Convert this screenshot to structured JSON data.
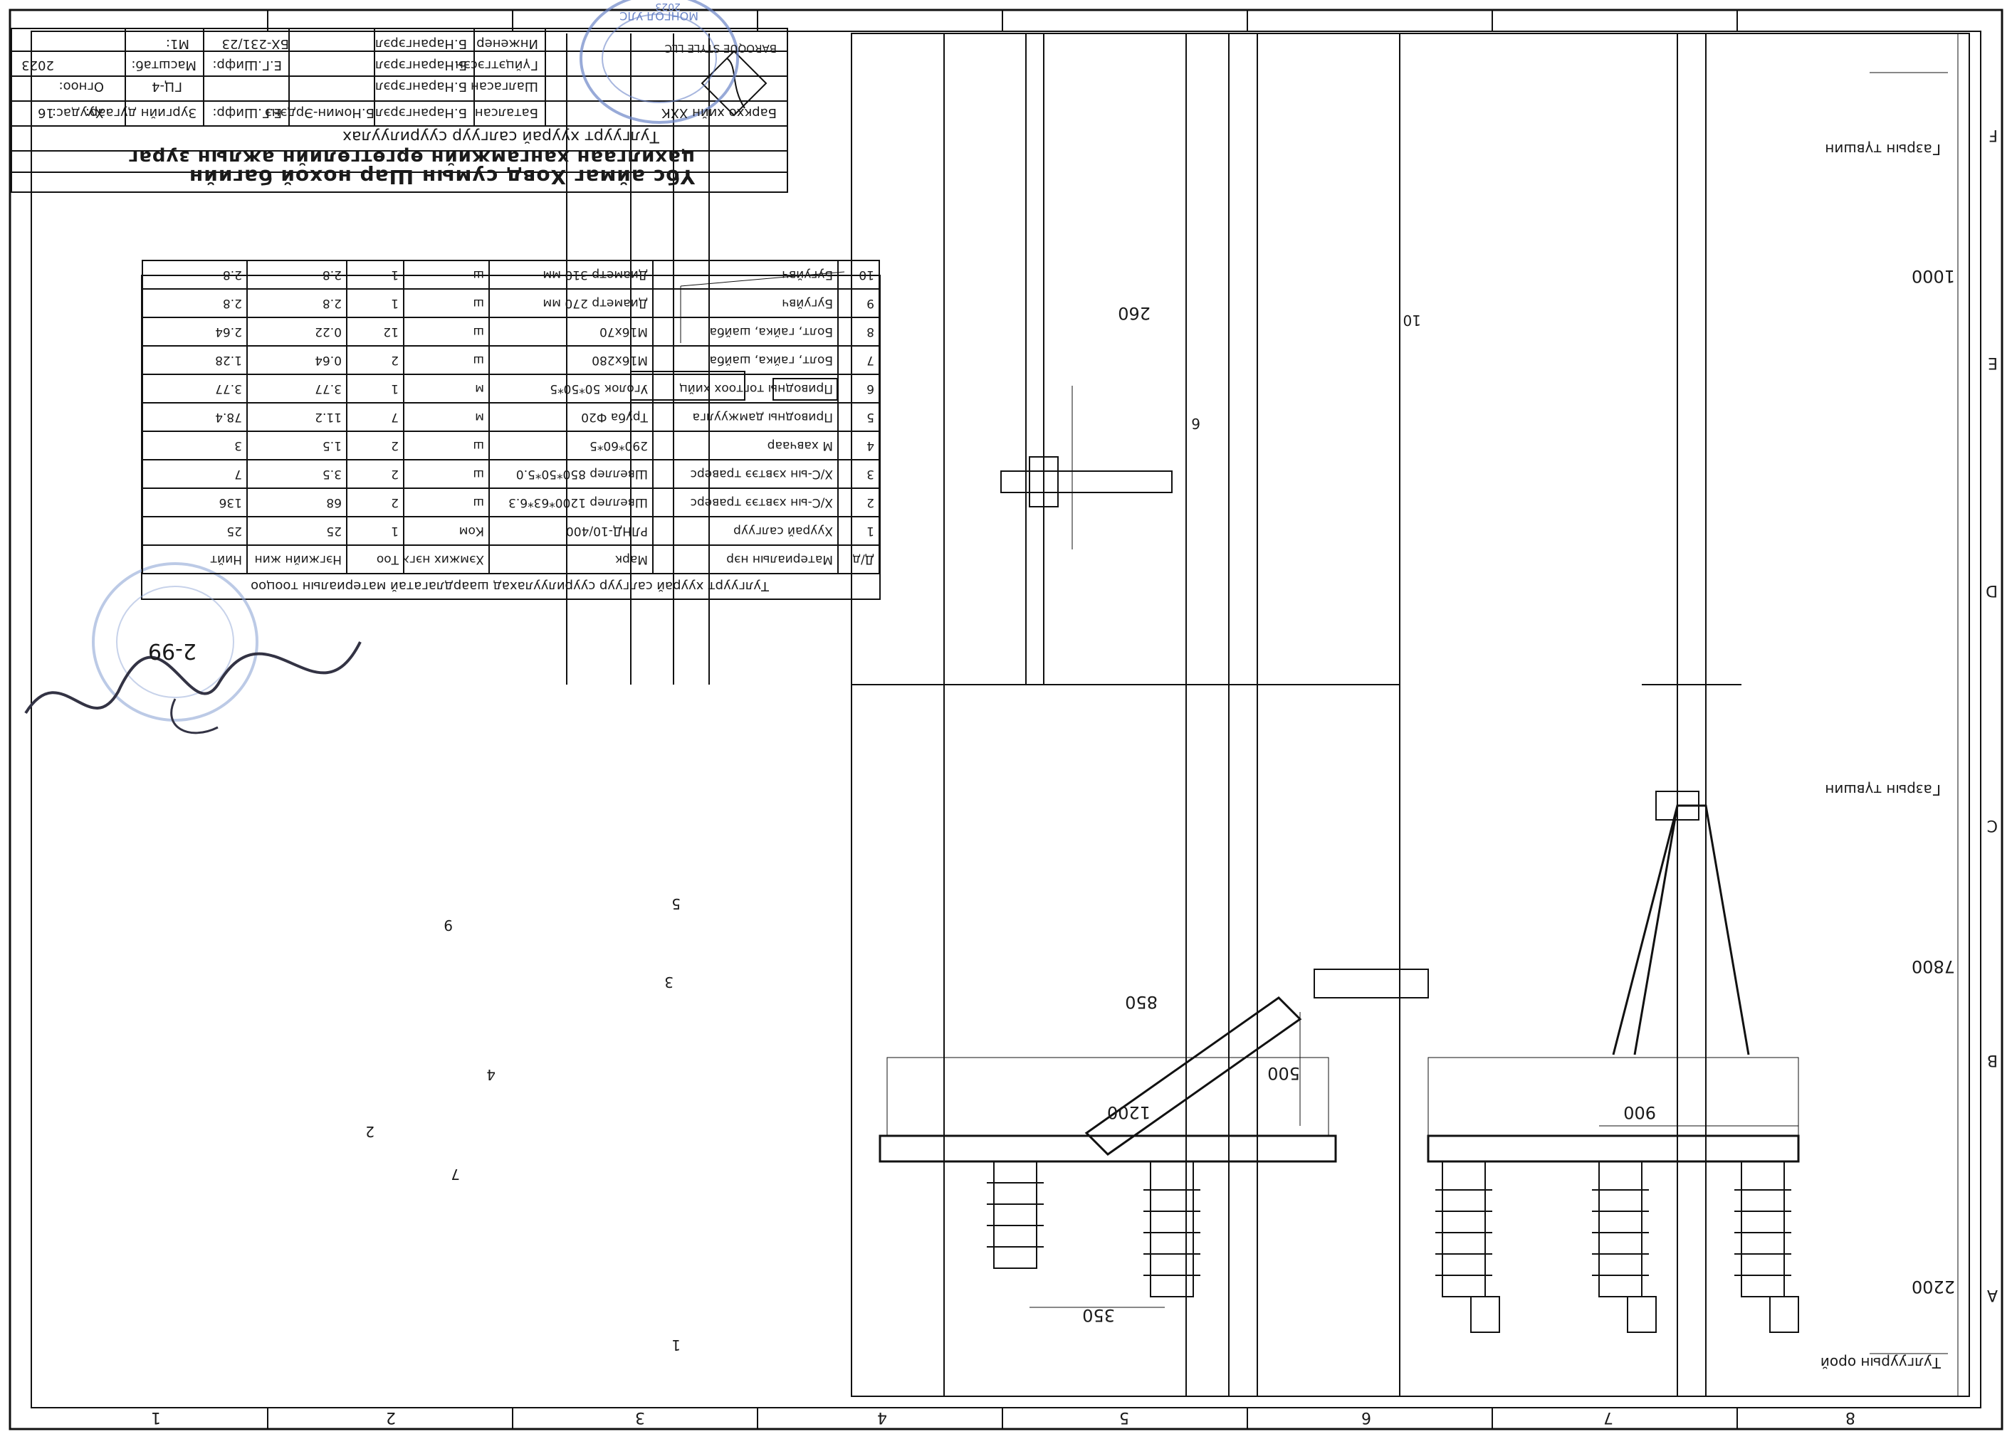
{
  "frame": {
    "columns": [
      "1",
      "2",
      "3",
      "4",
      "5",
      "6",
      "7",
      "8"
    ],
    "rows": [
      "A",
      "B",
      "C",
      "D",
      "E",
      "F"
    ]
  },
  "title_block": {
    "company": "BAROQUE STYLE LLC",
    "title_line1": "Үбс аймаг Ховд сумын Шар нохой багийн",
    "title_line2": "цахилгаан хангамжийн өргөтгөлийн ажлын зураг",
    "sheet_title": "Тулгуурт хуурай салгуур суурилуулах",
    "rows": [
      {
        "role": "Баталсан",
        "name": "Б.Нарангэрэл",
        "sign": "Б.Номин-Эрдэнэ"
      },
      {
        "role": "Шалгасан",
        "name": "Б.Нарангэрэл",
        "sign": ""
      },
      {
        "role": "Гүйцэтгэсэн",
        "name": "Б.Нарангэрэл",
        "sign": ""
      },
      {
        "role": "Инженер",
        "name": "Б.Нарангэрэл",
        "sign": ""
      }
    ],
    "checker_label": "Баркхо хийн ХХК",
    "engineer_a": "Е.Г.Шифр:",
    "engineer_b": "Е.Г.Шифр:",
    "code": "БХ-231/23",
    "stage_label": "Зургийн дугаар:",
    "stage_value": "ГЦ-4",
    "scale_label": "Масштаб:",
    "scale_value": "М1:",
    "sheet_label": "Хуудас:",
    "sheet_value": "16",
    "year_label": "Огноо:",
    "year_value": "2023"
  },
  "bom": {
    "title": "Тулгуурт хуурай салгуур суурилуулахад шаардлагатай материалын тооцоо",
    "headers": [
      "Д/д",
      "Материалын нэр",
      "Марк",
      "Хэмжих нэгж",
      "Тоо",
      "Нэгжийн жин",
      "Нийт"
    ],
    "rows": [
      [
        "1",
        "Хуурай салгуур",
        "РЛНД-10/400",
        "Ком",
        "1",
        "25",
        "25"
      ],
      [
        "2",
        "Х/С-ын хэвтээ траверс",
        "Швеллер 1200*63*6.3",
        "ш",
        "2",
        "68",
        "136"
      ],
      [
        "3",
        "Х/С-ын хэвтээ траверс",
        "Швеллер 850*50*5.0",
        "ш",
        "2",
        "3.5",
        "7"
      ],
      [
        "4",
        "М хавчаар",
        "290*60*5",
        "ш",
        "2",
        "1.5",
        "3"
      ],
      [
        "5",
        "Приводны дамжуулга",
        "Труба Ф20",
        "м",
        "7",
        "11.2",
        "78.4"
      ],
      [
        "6",
        "Приводны тогтоох хийц",
        "Уголок 50*50*5",
        "м",
        "1",
        "3.77",
        "3.77"
      ],
      [
        "7",
        "Болт, гайка, шайба",
        "М16х280",
        "ш",
        "2",
        "0.64",
        "1.28"
      ],
      [
        "8",
        "Болт, гайка, шайба",
        "М16х70",
        "ш",
        "12",
        "0.22",
        "2.64"
      ],
      [
        "9",
        "Бугуйвч",
        "Диаметр 270 мм",
        "ш",
        "1",
        "2.8",
        "2.8"
      ],
      [
        "10",
        "Бугуйвч",
        "Диаметр 310 мм",
        "ш",
        "1",
        "2.8",
        "2.8"
      ]
    ]
  },
  "views": {
    "front_height": "7800",
    "ground": "2200",
    "label_top": "Тулгуурын орой",
    "label_mid": "Газрын түвшин",
    "label_ground": "Газрын түвшин",
    "dim_900": "900",
    "dim_1200": "1200",
    "dim_500": "500",
    "dim_850": "850",
    "dim_350": "350",
    "dim_1000": "1000",
    "dim_260": "260"
  },
  "callouts": {
    "c1": "1",
    "c2": "2",
    "c3": "3",
    "c4": "4",
    "c5": "5",
    "c6": "6",
    "c7": "7",
    "c9": "9",
    "c10": "10"
  },
  "stamp": {
    "text": "МОНГОЛ УЛС",
    "date": "2023",
    "signature_note": "2-99"
  }
}
